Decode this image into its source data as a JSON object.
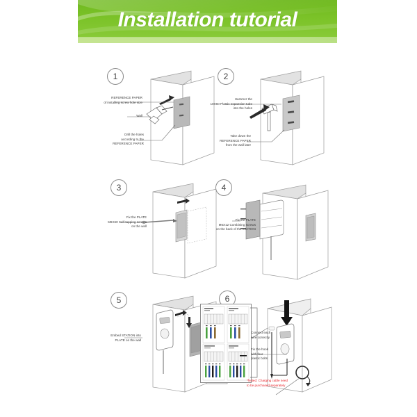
{
  "document": {
    "title": "Installation tutorial",
    "type": "installation-tutorial-diagram",
    "accent_green": "#7dc02b",
    "accent_green_light": "#9bd14a",
    "warning_color": "#e8242a",
    "line_color": "#6e6e6e",
    "paper_fill": "#d4d4d4"
  },
  "header": {
    "title": "Installation tutorial"
  },
  "steps": [
    {
      "number": "1",
      "callouts": [
        {
          "id": "reference-paper",
          "text": "REFERENCE PAPER\nof installing screw hole size",
          "align": "right"
        },
        {
          "id": "wall",
          "text": "Wall",
          "align": "right"
        },
        {
          "id": "drill-holes",
          "text": "Drill the holes\naccording to the\nREFERENCE PAPER",
          "align": "right"
        }
      ]
    },
    {
      "number": "2",
      "callouts": [
        {
          "id": "hammer-tube",
          "text": "Hammer the\n10X60 Plastic expansion tube\ninto the holes",
          "align": "right"
        },
        {
          "id": "take-down-paper",
          "text": "Take down the\nREFERENCE PAPER\nfrom the wall later",
          "align": "right"
        }
      ]
    },
    {
      "number": "3",
      "callouts": [
        {
          "id": "fix-plate-wall",
          "text": "Fix the PLATE\nM6X60 Self-tapping screws\non the wall",
          "align": "right"
        }
      ]
    },
    {
      "number": "4",
      "callouts": [
        {
          "id": "fix-plate-station",
          "text": "Fix the PLATE\nM6X12 Combining screws\non the back of the STATION",
          "align": "right"
        }
      ]
    },
    {
      "number": "5",
      "callouts": [
        {
          "id": "embed-station",
          "text": "Embed STATION into\nPLATE on the wall",
          "align": "right"
        }
      ]
    },
    {
      "number": "6",
      "callouts": [
        {
          "id": "connect-wire",
          "text": "Connect each\nwire correctly",
          "align": "left"
        },
        {
          "id": "fix-hook",
          "text": "Fix the hook\nwith four\nplastic bolts",
          "align": "left"
        },
        {
          "id": "charging-cable-note",
          "text": "*Noted: Charging cable need\nto be purchased separately",
          "align": "left",
          "color": "#e8242a"
        }
      ],
      "wiring_panel": {
        "quadrants": [
          {
            "id": "single-phase-220v",
            "label": "1P Default\n220 V"
          },
          {
            "id": "three-phase-380v",
            "label": "3P/N 3 phase\n380 V"
          },
          {
            "id": "split-phase-240v",
            "label": "2P/N 2 phase\n220/240 V"
          },
          {
            "id": "three-phase-alt",
            "label": "3P/N 3 phase\n220 V"
          }
        ],
        "terminal_count": 6
      }
    }
  ]
}
